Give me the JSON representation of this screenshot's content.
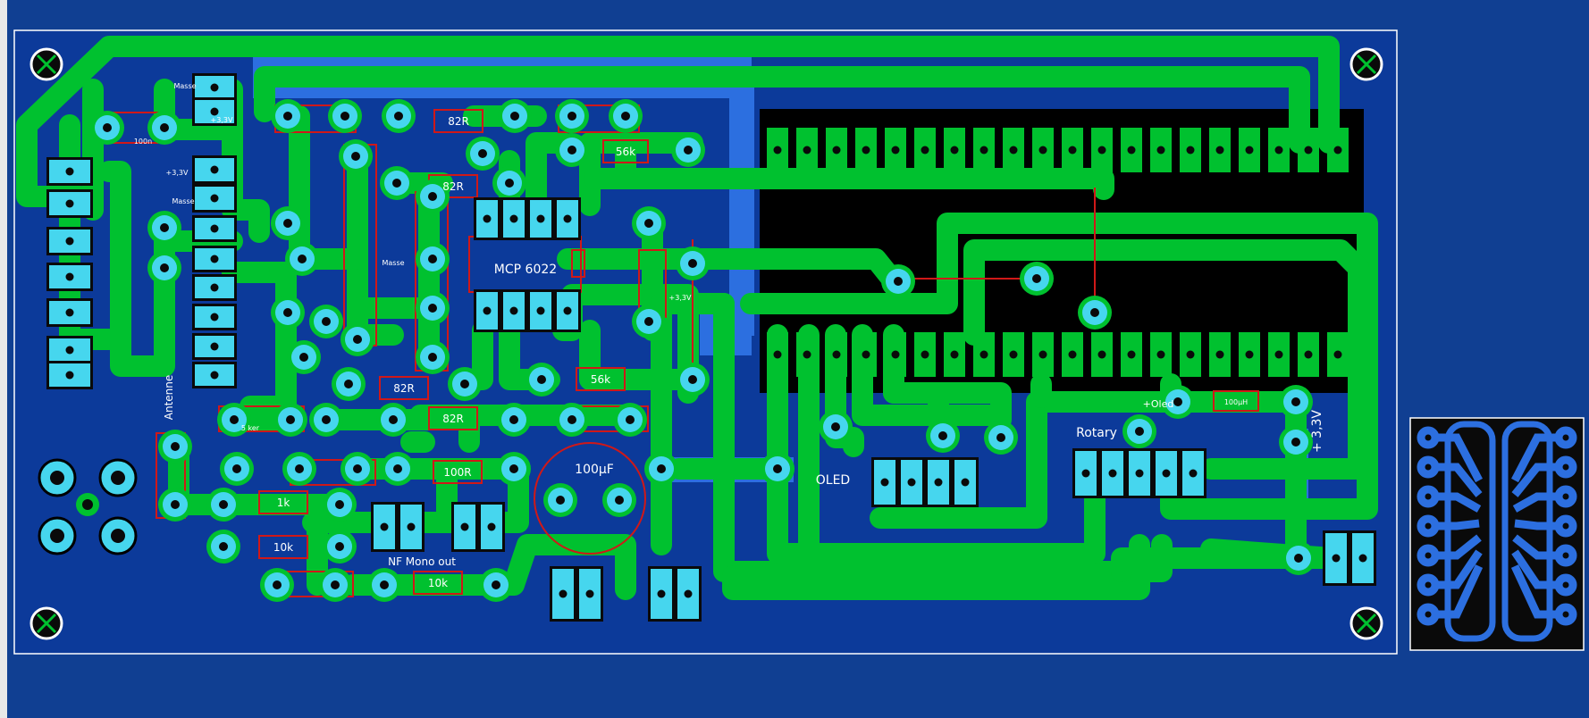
{
  "colors": {
    "background": "#103f92",
    "board_copper": "#0c3a9a",
    "bottom_copper": "#2c6fe0",
    "top_trace": "#00c12f",
    "pad": "#46d6ee",
    "drill": "#0a0a0a",
    "silkscreen": "#d01818",
    "text": "#ffffff",
    "module": "#000000"
  },
  "labels": {
    "ic": "MCP 6022",
    "oled": "OLED",
    "rotary": "Rotary",
    "nf_out": "NF Mono out",
    "antenne": "Antenne",
    "masse_1": "Masse",
    "masse_2": "Masse",
    "masse_3": "Masse",
    "v33_small_1": "+3,3V",
    "v33_small_2": "+3,3V",
    "v33_small_3": "+3,3V",
    "v33_big": "+ 3,3V",
    "plus_oled": "+Oled",
    "r_82r_1": "82R",
    "r_82r_2": "82R",
    "r_82r_3": "82R",
    "r_82r_4": "82R",
    "r_56k_1": "56k",
    "r_56k_2": "56k",
    "r_100r": "100R",
    "r_1k": "1k",
    "r_10k_1": "10k",
    "r_10k_2": "10k",
    "c_100uf": "100µF",
    "c_100uh": "100µH",
    "c_100n": "100n",
    "c_5ker": "5 ker"
  }
}
